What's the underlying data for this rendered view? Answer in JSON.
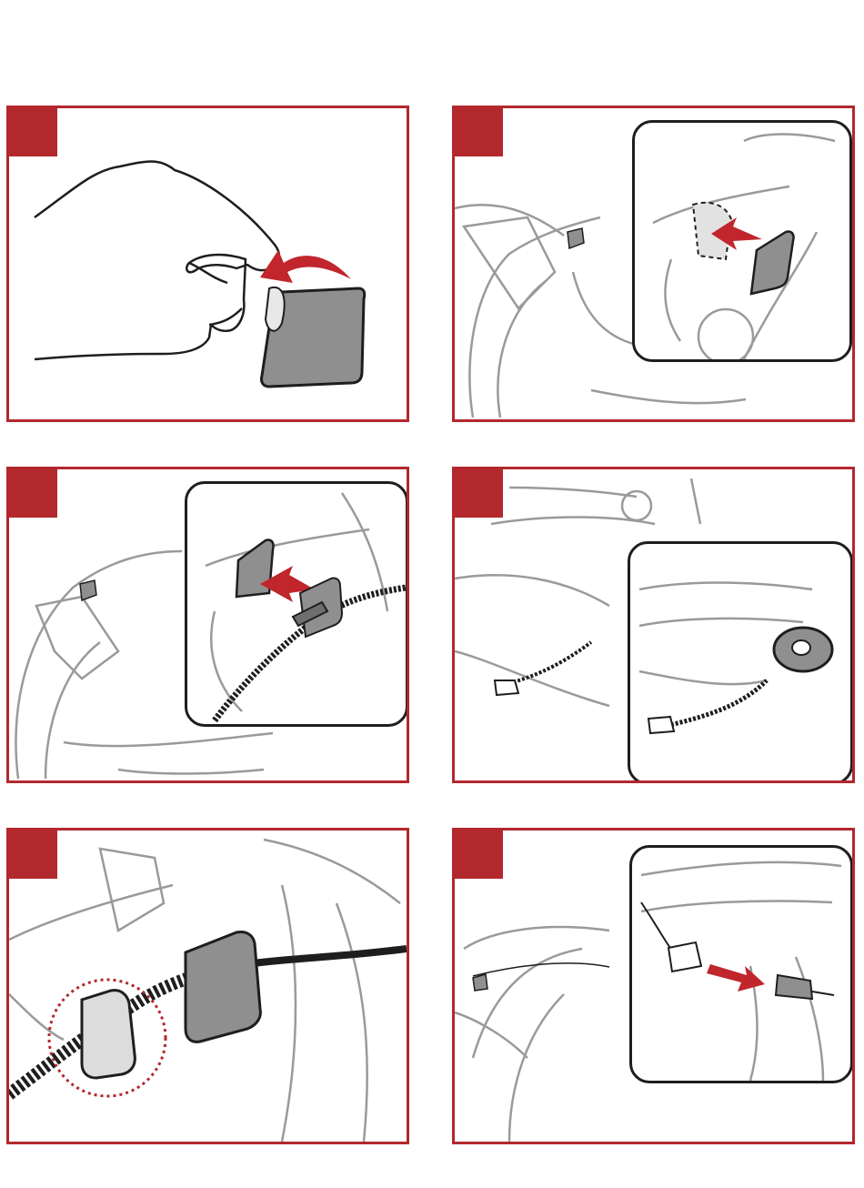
{
  "colors": {
    "frame": "#b2282d",
    "outline": "#1e1e1e",
    "helmet": "#9a9a9a",
    "pad": "#8f8f8f",
    "arrow": "#c0262c"
  },
  "panels": [
    {
      "id": 1,
      "icons": [
        "hand-icon",
        "adhesive-pad-icon",
        "peel-arrow-icon"
      ]
    },
    {
      "id": 2,
      "icons": [
        "helmet-interior-icon",
        "zoom-callout-icon",
        "adhesive-pad-icon",
        "push-arrow-icon"
      ]
    },
    {
      "id": 3,
      "icons": [
        "helmet-interior-icon",
        "zoom-callout-icon",
        "adhesive-pad-icon",
        "microphone-clamp-icon",
        "push-arrow-icon"
      ]
    },
    {
      "id": 4,
      "icons": [
        "helmet-exterior-icon",
        "zoom-callout-icon",
        "speaker-icon",
        "connector-plug-icon"
      ]
    },
    {
      "id": 5,
      "icons": [
        "helmet-interior-icon",
        "microphone-clamp-icon",
        "cable-holder-icon",
        "dotted-highlight-icon"
      ]
    },
    {
      "id": 6,
      "icons": [
        "helmet-interior-icon",
        "zoom-callout-icon",
        "connector-plug-icon",
        "connect-arrow-icon"
      ]
    }
  ]
}
